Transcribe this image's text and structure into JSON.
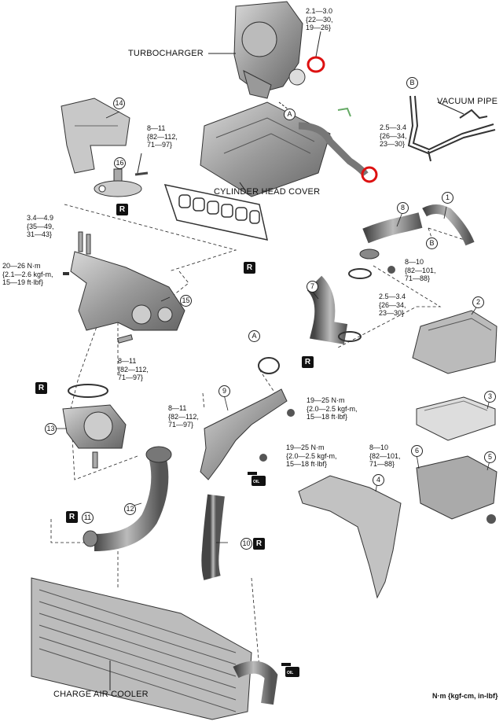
{
  "labels": {
    "turbocharger": "TURBOCHARGER",
    "vacuum_pipe": "VACUUM PIPE",
    "cylinder_head_cover": "CYLINDER HEAD COVER",
    "charge_air_cooler": "CHARGE AIR COOLER",
    "units": "N·m {kgf-cm, in-lbf}"
  },
  "torques": {
    "t_turbo": "2.1—3.0\n{22—30,\n19—26}",
    "t_pipe": "2.5—3.4\n{26—34,\n23—30}",
    "t_bolt16": "8—11\n{82—112,\n71—97}",
    "t_studs": "3.4—4.9\n{35—49,\n31—43}",
    "t_nut_left": "20—26 N·m\n{2.1—2.6 kgf-m,\n15—19 ft·lbf}",
    "t_sensor": "8—10\n{82—101,\n71—88}",
    "t_clamp": "2.5—3.4\n{26—34,\n23—30}",
    "t_manifold": "8—11\n{82—112,\n71—97}",
    "t_nut_upper": "19—25 N·m\n{2.0—2.5 kgf-m,\n15—18 ft·lbf}",
    "t_throttle": "8—11\n{82—112,\n71—97}",
    "t_nut_lower": "19—25 N·m\n{2.0—2.5 kgf-m,\n15—18 ft·lbf}",
    "t_bolt_lower": "8—10\n{82—101,\n71—88}"
  },
  "callouts": {
    "c1": "1",
    "c2": "2",
    "c3": "3",
    "c4": "4",
    "c5": "5",
    "c6": "6",
    "c7": "7",
    "c8": "8",
    "c9": "9",
    "c10": "10",
    "c11": "11",
    "c12": "12",
    "c13": "13",
    "c14": "14",
    "c15": "15",
    "c16": "16",
    "cA1": "A",
    "cA2": "A",
    "cB1": "B",
    "cB2": "B"
  },
  "marks": {
    "r": "R",
    "oil": "OIL"
  }
}
